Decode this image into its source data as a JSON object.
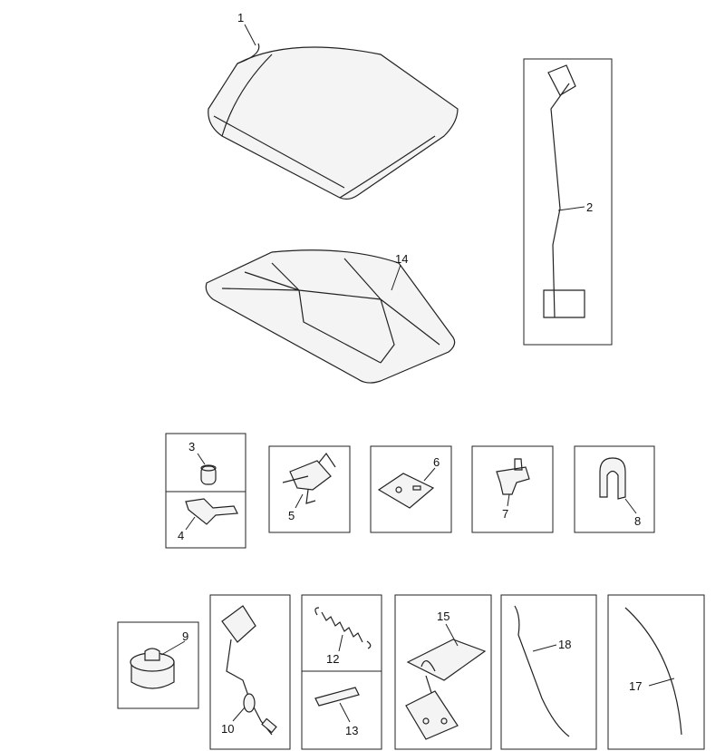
{
  "callouts": {
    "hood": "1",
    "hood_prop_rod": "2",
    "bushing": "3",
    "bracket": "4",
    "latch_striker": "5",
    "clip_plate": "6",
    "rod_clip": "7",
    "grommet_clip": "8",
    "bumper": "9",
    "release_cable": "10",
    "spring": "12",
    "link": "13",
    "hood_insulator": "14",
    "hood_latch": "15",
    "seal_17": "17",
    "seal_18": "18"
  }
}
